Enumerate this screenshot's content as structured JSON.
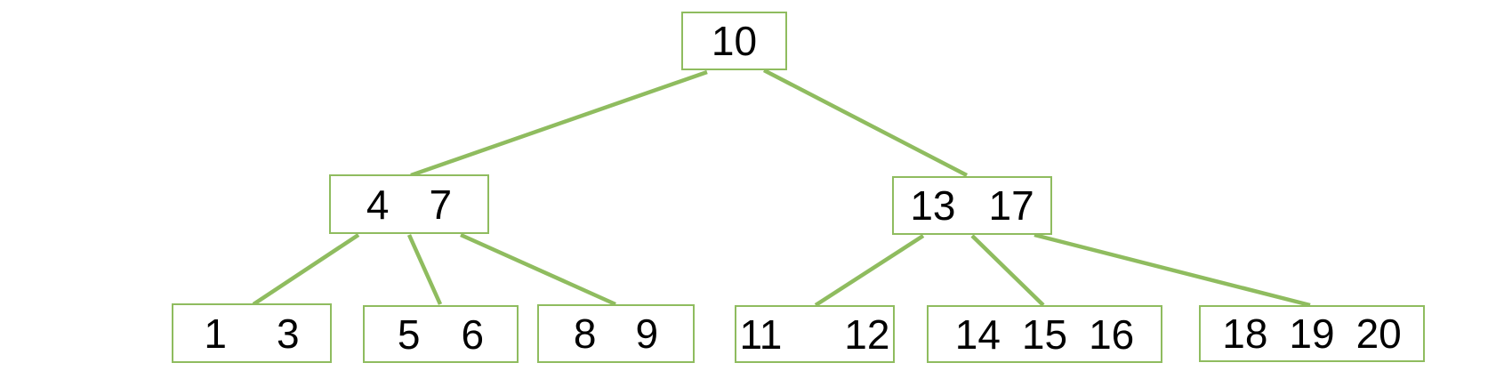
{
  "diagram": {
    "type": "b-tree",
    "colors": {
      "background": "#ffffff",
      "node_border": "#8fbc5f",
      "connector": "#8fbc5f",
      "text": "#000000"
    },
    "nodes": [
      {
        "id": "root",
        "level": 0,
        "keys": [
          "10"
        ]
      },
      {
        "id": "internal-4-7",
        "level": 1,
        "keys": [
          "4",
          "7"
        ]
      },
      {
        "id": "internal-13-17",
        "level": 1,
        "keys": [
          "13",
          "17"
        ]
      },
      {
        "id": "leaf-1-3",
        "level": 2,
        "keys": [
          "1",
          "3"
        ]
      },
      {
        "id": "leaf-5-6",
        "level": 2,
        "keys": [
          "5",
          "6"
        ]
      },
      {
        "id": "leaf-8-9",
        "level": 2,
        "keys": [
          "8",
          "9"
        ]
      },
      {
        "id": "leaf-11-12",
        "level": 2,
        "keys": [
          "11",
          "12"
        ]
      },
      {
        "id": "leaf-14-15-16",
        "level": 2,
        "keys": [
          "14",
          "15",
          "16"
        ]
      },
      {
        "id": "leaf-18-19-20",
        "level": 2,
        "keys": [
          "18",
          "19",
          "20"
        ]
      }
    ],
    "edges": [
      {
        "from": "root",
        "to": "internal-4-7"
      },
      {
        "from": "root",
        "to": "internal-13-17"
      },
      {
        "from": "internal-4-7",
        "to": "leaf-1-3"
      },
      {
        "from": "internal-4-7",
        "to": "leaf-5-6"
      },
      {
        "from": "internal-4-7",
        "to": "leaf-8-9"
      },
      {
        "from": "internal-13-17",
        "to": "leaf-11-12"
      },
      {
        "from": "internal-13-17",
        "to": "leaf-14-15-16"
      },
      {
        "from": "internal-13-17",
        "to": "leaf-18-19-20"
      }
    ]
  }
}
